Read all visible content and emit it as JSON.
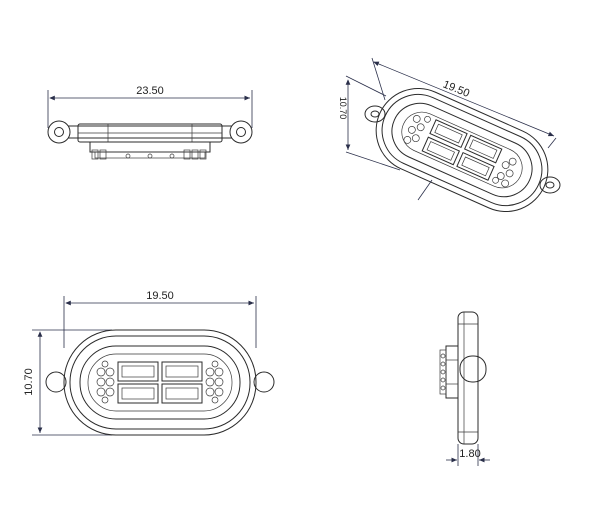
{
  "dimensions": {
    "top_view_width": "23.50",
    "iso_width": "19.50",
    "iso_height": "10.70",
    "front_width": "19.50",
    "front_height": "10.70",
    "side_thickness": "1.80"
  },
  "colors": {
    "line": "#2b2b2b",
    "dimension": "#2a2f4a",
    "background": "#ffffff"
  }
}
